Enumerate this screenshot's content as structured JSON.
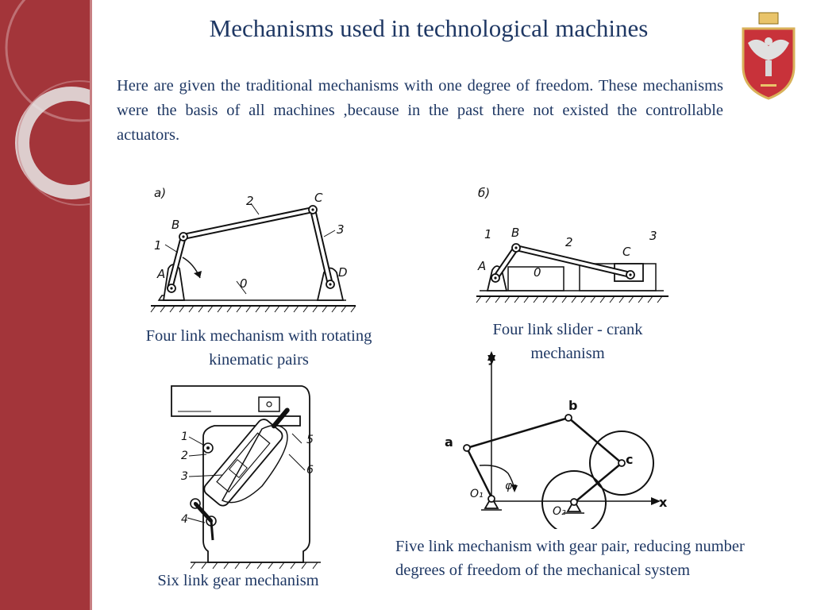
{
  "slide": {
    "title": "Mechanisms used in technological machines",
    "intro": "Here are given the traditional mechanisms with one degree of freedom. These mechanisms were the basis of all machines ,because in the past there not existed the controllable actuators."
  },
  "figures": {
    "four_link": {
      "tag": "а)",
      "labels": {
        "A": "A",
        "B": "B",
        "C": "C",
        "D": "D",
        "n1": "1",
        "n2": "2",
        "n3": "3",
        "n0": "0"
      },
      "caption": "Four link mechanism with rotating kinematic pairs"
    },
    "slider_crank": {
      "tag": "б)",
      "labels": {
        "A": "A",
        "B": "B",
        "C": "C",
        "n1": "1",
        "n2": "2",
        "n3": "3",
        "n0": "0"
      },
      "caption": "Four link slider - crank mechanism"
    },
    "six_link": {
      "labels": {
        "n1": "1",
        "n2": "2",
        "n3": "3",
        "n4": "4",
        "n5": "5",
        "n6": "6"
      },
      "caption": "Six link gear mechanism"
    },
    "five_link": {
      "labels": {
        "y": "y",
        "x": "x",
        "a": "a",
        "b": "b",
        "c": "c",
        "o1": "O₁",
        "o2": "O₂",
        "phi": "φ₂"
      },
      "caption": "Five link mechanism with gear pair, reducing number degrees of freedom of the mechanical system"
    }
  },
  "colors": {
    "sidebar": "#a3353a",
    "text": "#1f3864"
  },
  "icons": {
    "logo": "crest-emblem-icon"
  }
}
